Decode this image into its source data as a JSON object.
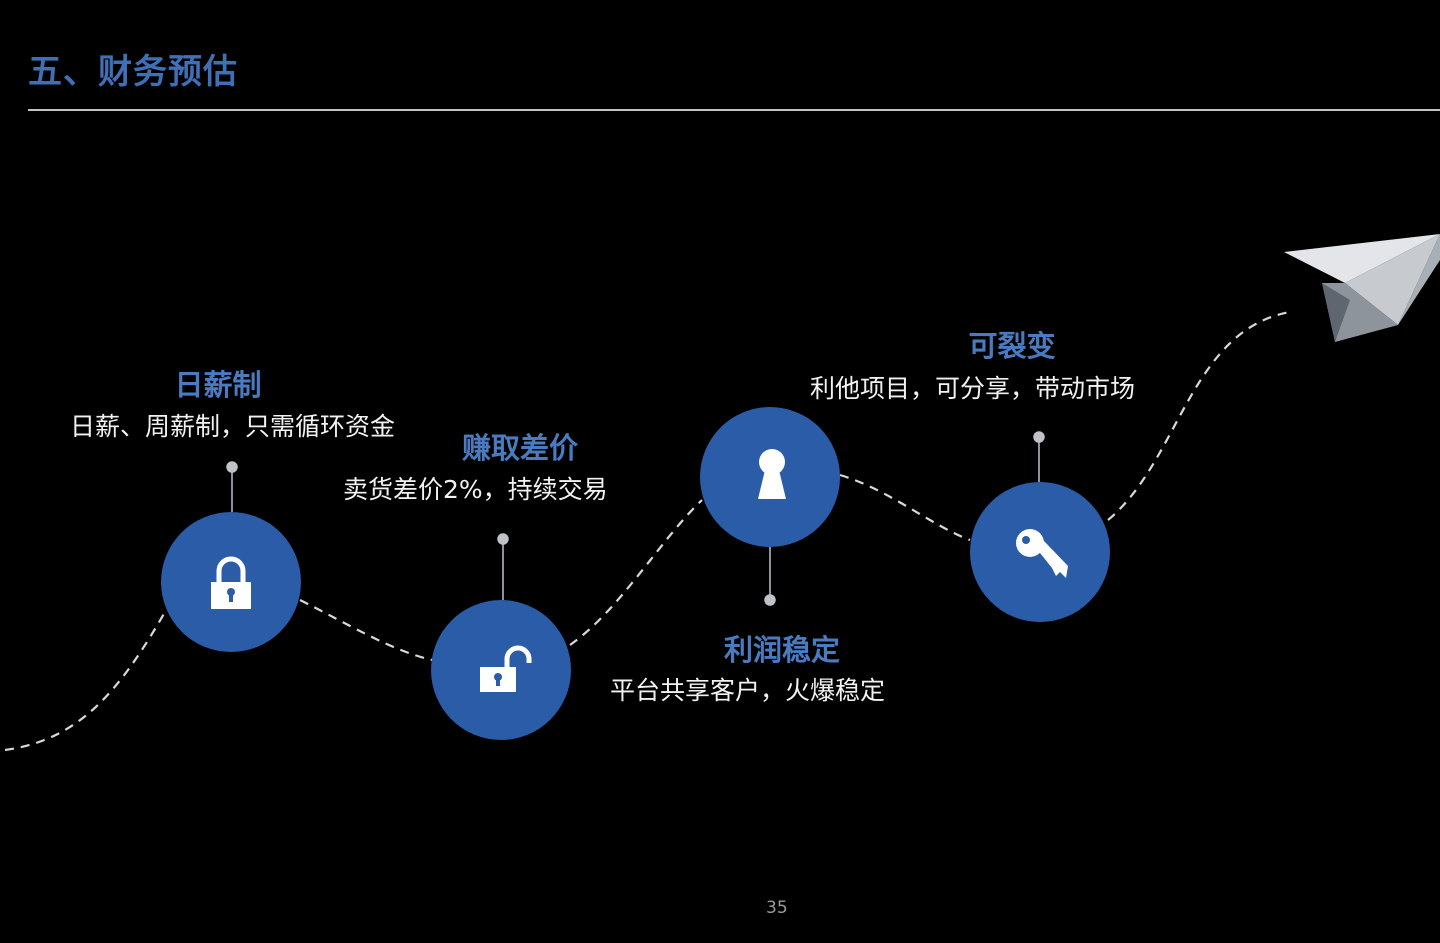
{
  "title": "五、财务预估",
  "page_number": "35",
  "colors": {
    "accent": "#2a5ca8",
    "title": "#3f6fb5",
    "heading": "#4a7bc0"
  },
  "steps": [
    {
      "heading": "日薪制",
      "description": "日薪、周薪制，只需循环资金",
      "icon": "lock-icon"
    },
    {
      "heading": "赚取差价",
      "description": "卖货差价2%，持续交易",
      "icon": "unlock-icon"
    },
    {
      "heading": "利润稳定",
      "description": "平台共享客户，火爆稳定",
      "icon": "keyhole-icon"
    },
    {
      "heading": "可裂变",
      "description": "利他项目，可分享，带动市场",
      "icon": "key-icon"
    }
  ]
}
